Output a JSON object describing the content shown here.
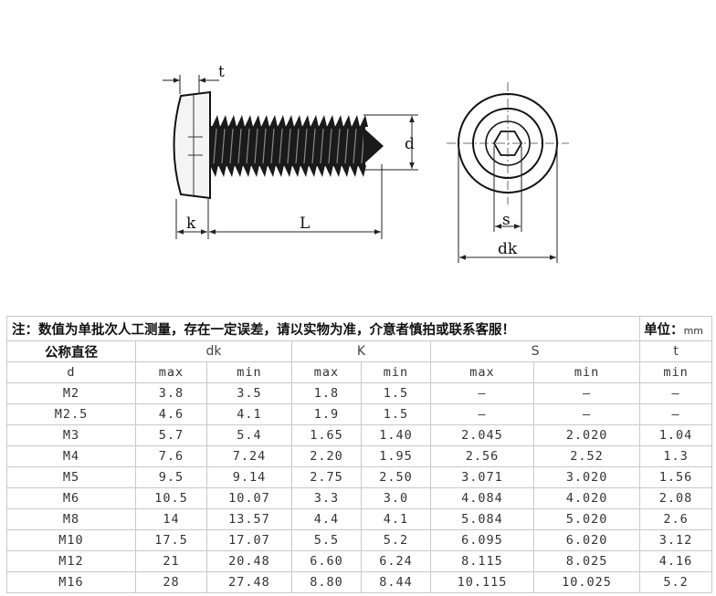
{
  "diagram": {
    "labels": {
      "t": "t",
      "d": "d",
      "k": "k",
      "L": "L",
      "s": "s",
      "dk": "dk"
    }
  },
  "table": {
    "note": "注：数值为单批次人工测量，存在一定误差，请以实物为准，介意者慎拍或联系客服！",
    "unit_label": "单位：",
    "unit_value": "mm",
    "nominal_header": "公称直径",
    "groups": [
      "dk",
      "K",
      "S",
      "t"
    ],
    "nominal_sub": "d",
    "subheaders": [
      "max",
      "min",
      "max",
      "min",
      "max",
      "min",
      "min"
    ],
    "rows": [
      [
        "M2",
        "3.8",
        "3.5",
        "1.8",
        "1.5",
        "—",
        "—",
        "—"
      ],
      [
        "M2.5",
        "4.6",
        "4.1",
        "1.9",
        "1.5",
        "—",
        "—",
        "—"
      ],
      [
        "M3",
        "5.7",
        "5.4",
        "1.65",
        "1.40",
        "2.045",
        "2.020",
        "1.04"
      ],
      [
        "M4",
        "7.6",
        "7.24",
        "2.20",
        "1.95",
        "2.56",
        "2.52",
        "1.3"
      ],
      [
        "M5",
        "9.5",
        "9.14",
        "2.75",
        "2.50",
        "3.071",
        "3.020",
        "1.56"
      ],
      [
        "M6",
        "10.5",
        "10.07",
        "3.3",
        "3.0",
        "4.084",
        "4.020",
        "2.08"
      ],
      [
        "M8",
        "14",
        "13.57",
        "4.4",
        "4.1",
        "5.084",
        "5.020",
        "2.6"
      ],
      [
        "M10",
        "17.5",
        "17.07",
        "5.5",
        "5.2",
        "6.095",
        "6.020",
        "3.12"
      ],
      [
        "M12",
        "21",
        "20.48",
        "6.60",
        "6.24",
        "8.115",
        "8.025",
        "4.16"
      ],
      [
        "M16",
        "28",
        "27.48",
        "8.80",
        "8.44",
        "10.115",
        "10.025",
        "5.2"
      ]
    ]
  }
}
